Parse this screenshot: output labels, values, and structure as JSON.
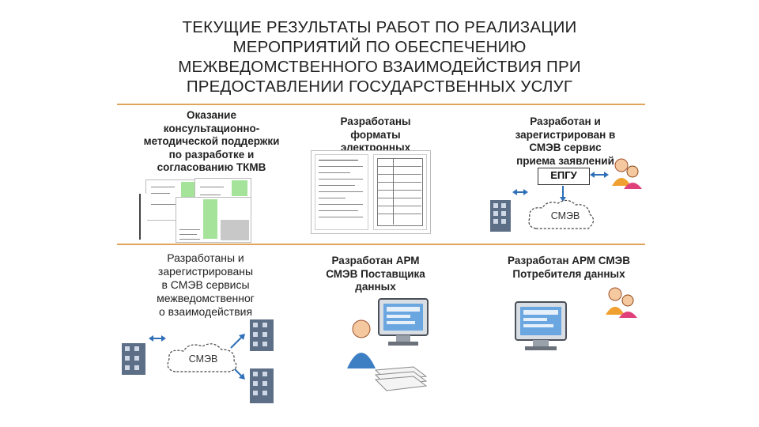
{
  "title": {
    "lines": [
      "ТЕКУЩИЕ РЕЗУЛЬТАТЫ РАБОТ ПО РЕАЛИЗАЦИИ",
      "МЕРОПРИЯТИЙ ПО ОБЕСПЕЧЕНИЮ",
      "МЕЖВЕДОМСТВЕННОГО ВЗАИМОДЕЙСТВИЯ ПРИ",
      "ПРЕДОСТАВЛЕНИИ ГОСУДАРСТВЕННЫХ УСЛУГ"
    ]
  },
  "cells": {
    "c1": {
      "lines": [
        "Оказание",
        "консультационно-",
        "методической поддержки",
        "по разработке и",
        "согласованию ТКМВ"
      ]
    },
    "c2": {
      "lines": [
        "Разработаны",
        "форматы",
        "электронных"
      ]
    },
    "c3": {
      "lines": [
        "Разработан и",
        "зарегистрирован в",
        "СМЭВ сервис",
        "приема заявлений"
      ]
    },
    "c4": {
      "lines": [
        "Разработаны и",
        "зарегистрированы",
        "в СМЭВ сервисы",
        "межведомственног",
        "о взаимодействия"
      ]
    },
    "c5": {
      "lines": [
        "Разработан АРМ",
        "СМЭВ Поставщика",
        "данных"
      ]
    },
    "c6": {
      "lines": [
        "Разработан АРМ СМЭВ",
        "Потребителя данных"
      ]
    }
  },
  "labels": {
    "epgu": "ЕПГУ",
    "smev_top": "СМЭВ",
    "smev_bottom": "СМЭВ"
  },
  "colors": {
    "rule": "#e0a45a",
    "arrow": "#2f6fb8",
    "green_block": "#a6e39a",
    "user_orange": "#f0a030",
    "user_pink": "#e0407a"
  }
}
